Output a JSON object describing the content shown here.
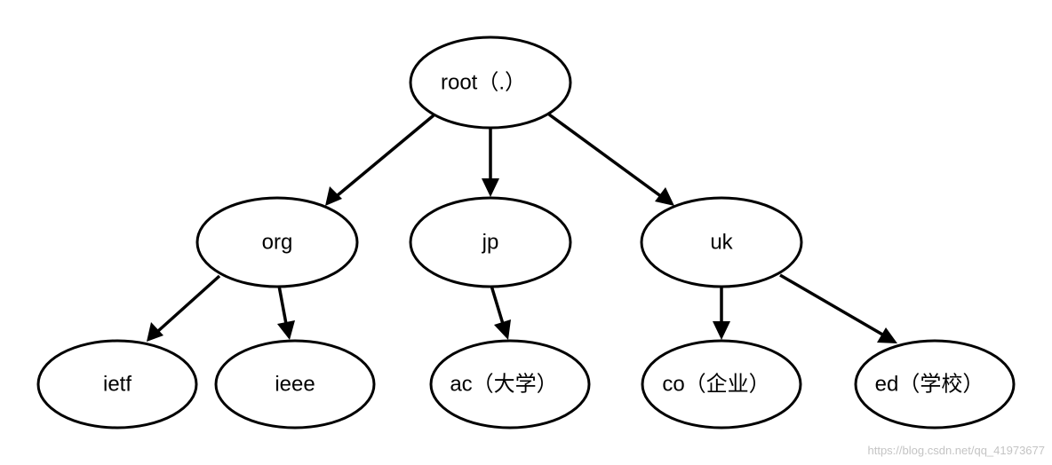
{
  "diagram": {
    "nodes": {
      "root": "root（.）",
      "org": "org",
      "jp": "jp",
      "uk": "uk",
      "ietf": "ietf",
      "ieee": "ieee",
      "ac": "ac（大学）",
      "co": "co（企业）",
      "ed": "ed（学校）"
    },
    "edges": [
      {
        "from": "root",
        "to": "org"
      },
      {
        "from": "root",
        "to": "jp"
      },
      {
        "from": "root",
        "to": "uk"
      },
      {
        "from": "org",
        "to": "ietf"
      },
      {
        "from": "org",
        "to": "ieee"
      },
      {
        "from": "jp",
        "to": "ac"
      },
      {
        "from": "uk",
        "to": "co"
      },
      {
        "from": "uk",
        "to": "ed"
      }
    ]
  },
  "watermark": "https://blog.csdn.net/qq_41973677"
}
